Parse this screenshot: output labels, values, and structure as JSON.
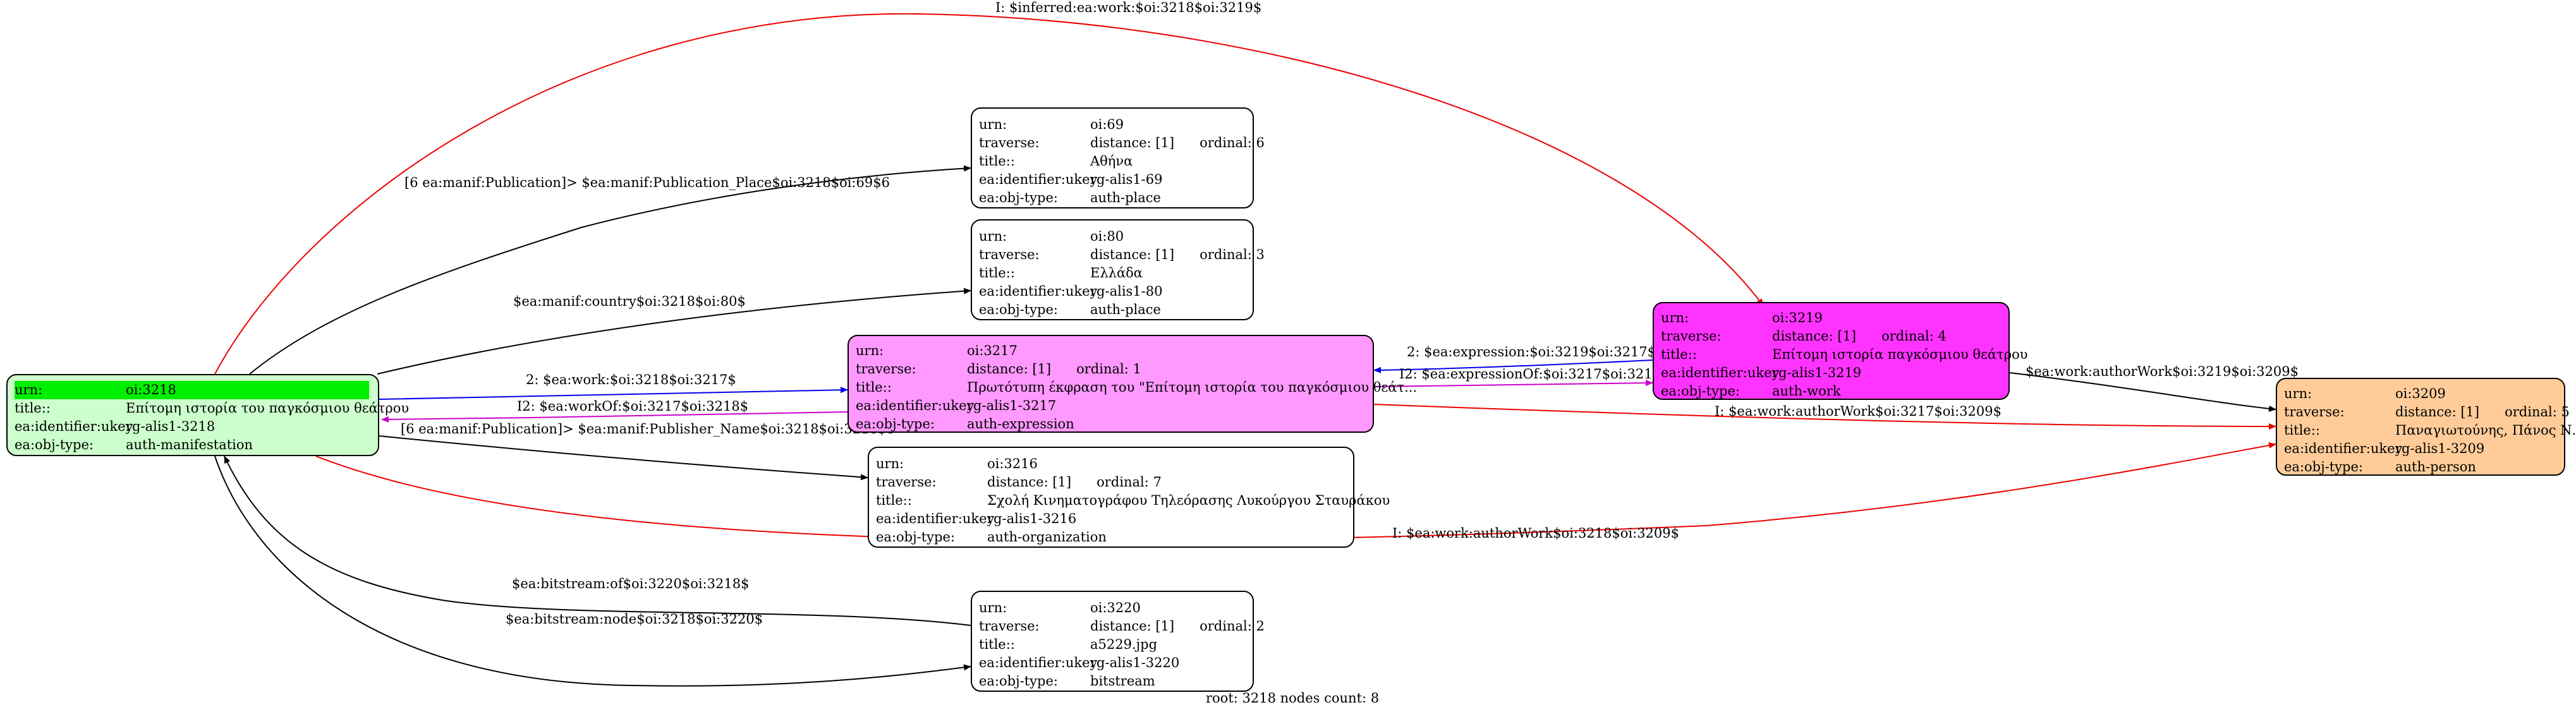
{
  "colors": {
    "root_bg": "#ccffcc",
    "root_highlight": "#00ee00",
    "place_bg": "#ffffff",
    "expression_bg": "#ff99ff",
    "work_bg": "#ff33ff",
    "person_bg": "#ffcc99",
    "edge_black": "#000000",
    "edge_red": "#ee0000",
    "edge_blue": "#0000ee",
    "edge_magenta": "#cc00cc"
  },
  "footer": "root: 3218 nodes count: 8",
  "nodes": {
    "n3218": {
      "rows": [
        [
          "urn:",
          "oi:3218"
        ],
        [
          "title::",
          "Επίτομη ιστορία του παγκόσμιου θεάτρου"
        ],
        [
          "ea:identifier:ukey",
          "rg-alis1-3218"
        ],
        [
          "ea:obj-type:",
          "auth-manifestation"
        ]
      ]
    },
    "n69": {
      "rows": [
        [
          "urn:",
          "oi:69"
        ],
        [
          "traverse:",
          "distance: [1]",
          "ordinal: 6"
        ],
        [
          "title::",
          "Αθήνα"
        ],
        [
          "ea:identifier:ukey",
          "rg-alis1-69"
        ],
        [
          "ea:obj-type:",
          "auth-place"
        ]
      ]
    },
    "n80": {
      "rows": [
        [
          "urn:",
          "oi:80"
        ],
        [
          "traverse:",
          "distance: [1]",
          "ordinal: 3"
        ],
        [
          "title::",
          "Ελλάδα"
        ],
        [
          "ea:identifier:ukey",
          "rg-alis1-80"
        ],
        [
          "ea:obj-type:",
          "auth-place"
        ]
      ]
    },
    "n3217": {
      "rows": [
        [
          "urn:",
          "oi:3217"
        ],
        [
          "traverse:",
          "distance: [1]",
          "ordinal: 1"
        ],
        [
          "title::",
          "Πρωτότυπη έκφραση του \"Επίτομη ιστορία του παγκόσμιου θεάτ..."
        ],
        [
          "ea:identifier:ukey",
          "rg-alis1-3217"
        ],
        [
          "ea:obj-type:",
          "auth-expression"
        ]
      ]
    },
    "n3219": {
      "rows": [
        [
          "urn:",
          "oi:3219"
        ],
        [
          "traverse:",
          "distance: [1]",
          "ordinal: 4"
        ],
        [
          "title::",
          "Επίτομη ιστορία παγκόσμιου θεάτρου"
        ],
        [
          "ea:identifier:ukey",
          "rg-alis1-3219"
        ],
        [
          "ea:obj-type:",
          "auth-work"
        ]
      ]
    },
    "n3209": {
      "rows": [
        [
          "urn:",
          "oi:3209"
        ],
        [
          "traverse:",
          "distance: [1]",
          "ordinal: 5"
        ],
        [
          "title::",
          "Παναγιωτούνης, Πάνος Ν."
        ],
        [
          "ea:identifier:ukey",
          "rg-alis1-3209"
        ],
        [
          "ea:obj-type:",
          "auth-person"
        ]
      ]
    },
    "n3216": {
      "rows": [
        [
          "urn:",
          "oi:3216"
        ],
        [
          "traverse:",
          "distance: [1]",
          "ordinal: 7"
        ],
        [
          "title::",
          "Σχολή Κινηματογράφου Τηλεόρασης Λυκούργου Σταυράκου"
        ],
        [
          "ea:identifier:ukey",
          "rg-alis1-3216"
        ],
        [
          "ea:obj-type:",
          "auth-organization"
        ]
      ]
    },
    "n3220": {
      "rows": [
        [
          "urn:",
          "oi:3220"
        ],
        [
          "traverse:",
          "distance: [1]",
          "ordinal: 2"
        ],
        [
          "title::",
          "a5229.jpg"
        ],
        [
          "ea:identifier:ukey",
          "rg-alis1-3220"
        ],
        [
          "ea:obj-type:",
          "bitstream"
        ]
      ]
    }
  },
  "edges": {
    "inferred_work": "I: $inferred:ea:work:$oi:3218$oi:3219$",
    "publication_place": "[6 ea:manif:Publication]> $ea:manif:Publication_Place$oi:3218$oi:69$6",
    "country": "$ea:manif:country$oi:3218$oi:80$",
    "work": "2: $ea:work:$oi:3218$oi:3217$",
    "work_of": "I2: $ea:workOf:$oi:3217$oi:3218$",
    "publisher_name": "[6 ea:manif:Publication]> $ea:manif:Publisher_Name$oi:3218$oi:3216$6",
    "expression": "2: $ea:expression:$oi:3219$oi:3217$",
    "expression_of": "I2: $ea:expressionOf:$oi:3217$oi:3219$",
    "author_work_3219": "$ea:work:authorWork$oi:3219$oi:3209$",
    "author_work_3217": "I: $ea:work:authorWork$oi:3217$oi:3209$",
    "author_work_3218": "I: $ea:work:authorWork$oi:3218$oi:3209$",
    "bitstream_of": "$ea:bitstream:of$oi:3220$oi:3218$",
    "bitstream_node": "$ea:bitstream:node$oi:3218$oi:3220$"
  }
}
